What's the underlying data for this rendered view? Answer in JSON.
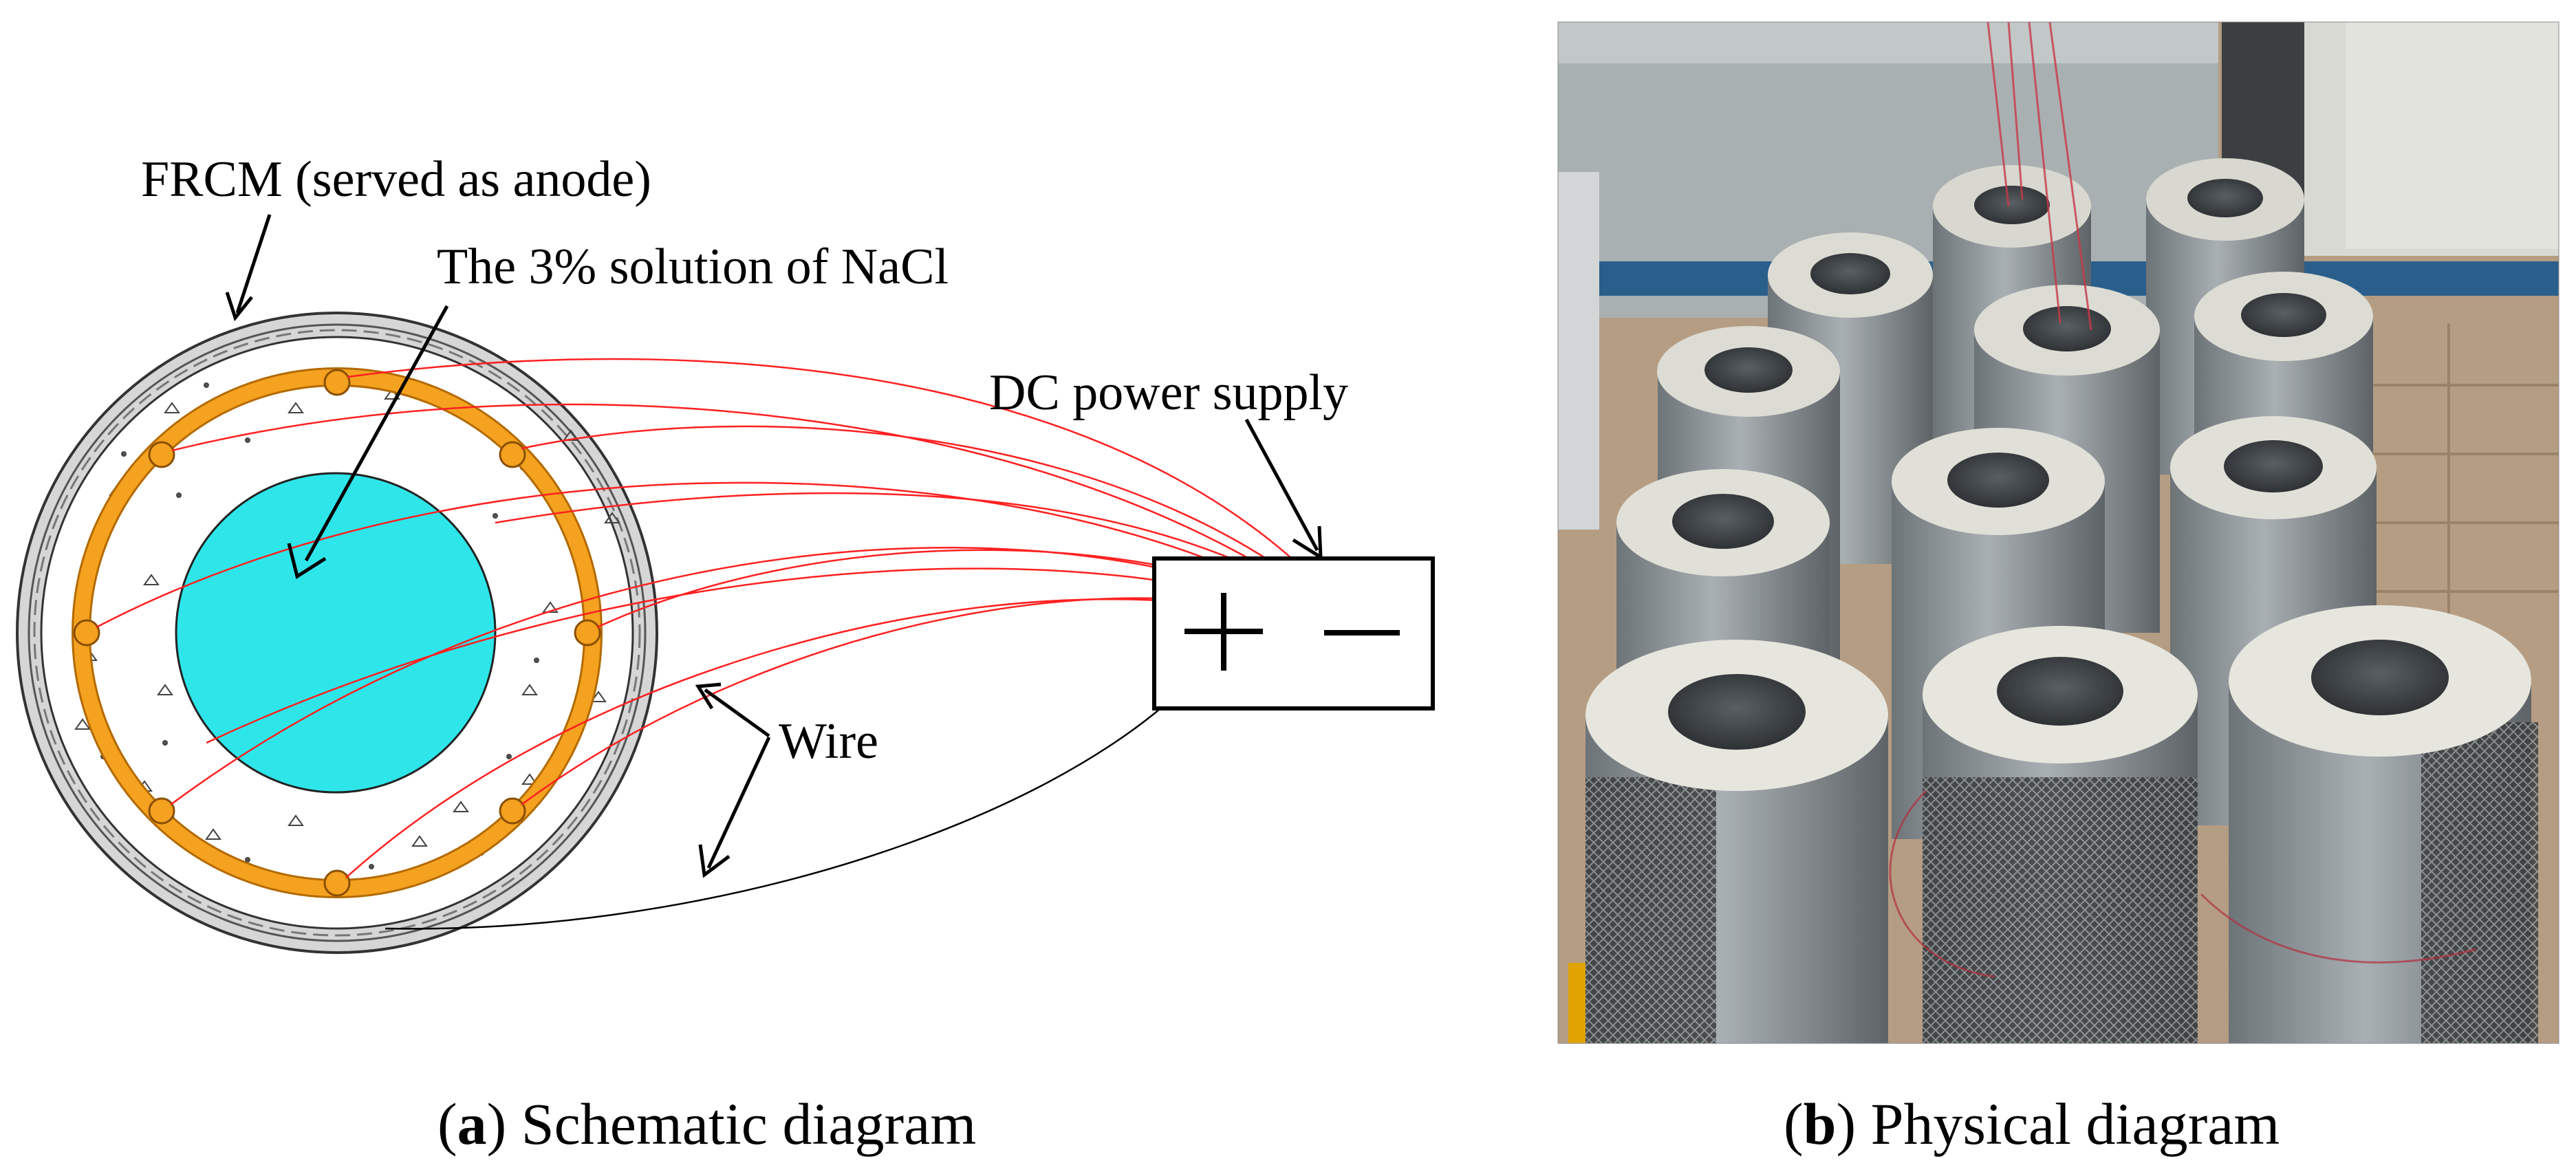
{
  "panel_a": {
    "labels": {
      "frcm": "FRCM (served as anode)",
      "nacl": "The 3% solution of NaCl",
      "dc": "DC power supply",
      "wire": "Wire",
      "plus": "+",
      "minus": "−"
    },
    "caption": {
      "letter": "a",
      "text": " Schematic diagram"
    }
  },
  "panel_b": {
    "caption": {
      "letter": "b",
      "text": " Physical diagram"
    }
  },
  "colors": {
    "steel": "#f4a21f",
    "steel_stroke": "#b36a00",
    "solution": "#2ee6ea",
    "wire_red": "#ff2020",
    "frcm_gray": "#cfcfcf"
  }
}
